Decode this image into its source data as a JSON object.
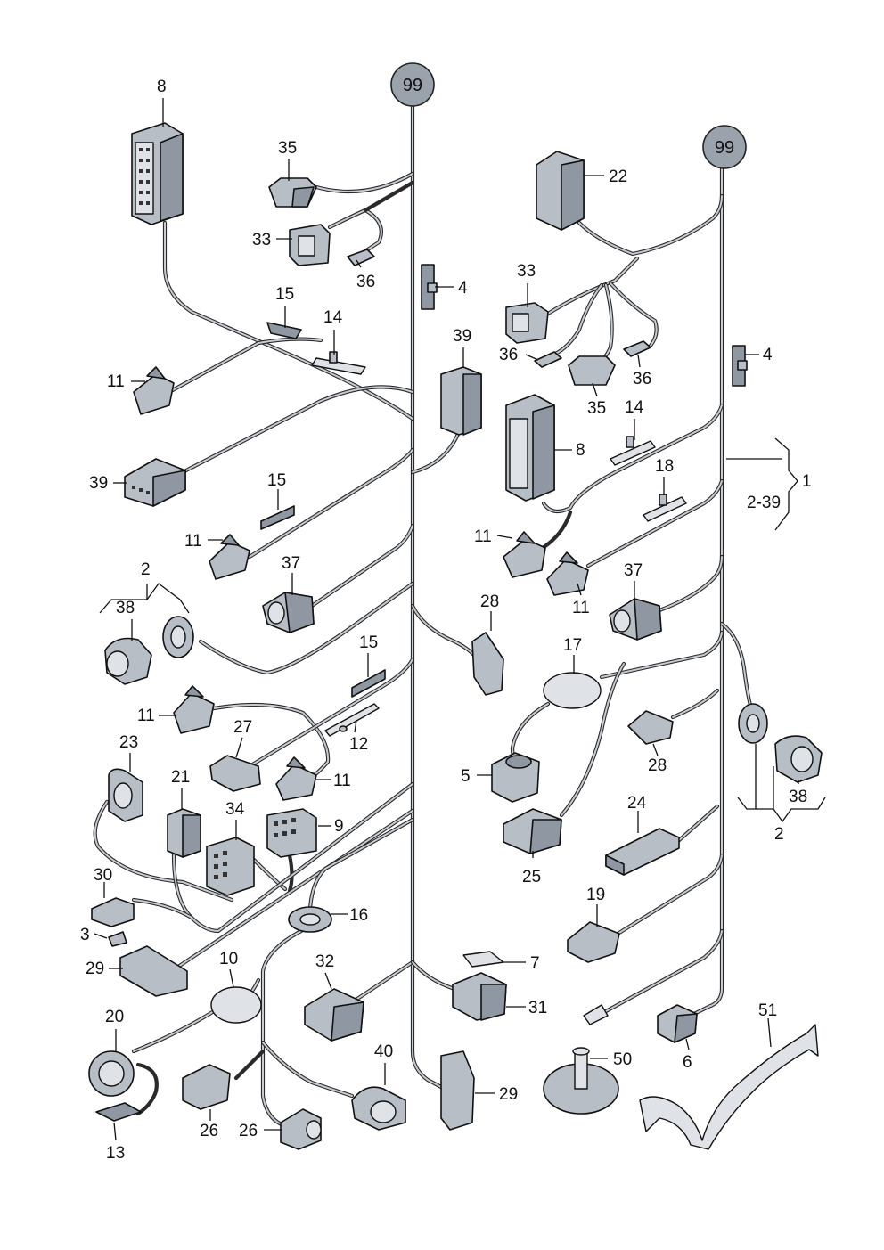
{
  "reference_badges": [
    "99",
    "99"
  ],
  "callouts": {
    "c8a": "8",
    "c35a": "35",
    "c33a": "33",
    "c36a": "36",
    "c15a": "15",
    "c14a": "14",
    "c4a": "4",
    "c39a": "39",
    "c11a": "11",
    "c39b": "39",
    "c15b": "15",
    "c11b": "11",
    "c37a": "37",
    "c2a": "2",
    "c38a": "38",
    "c15c": "15",
    "c11c": "11",
    "c12": "12",
    "c27": "27",
    "c11d": "11",
    "c23": "23",
    "c21": "21",
    "c34": "34",
    "c9": "9",
    "c30": "30",
    "c3": "3",
    "c29a": "29",
    "c16": "16",
    "c10": "10",
    "c20": "20",
    "c13": "13",
    "c26a": "26",
    "c26b": "26",
    "c40": "40",
    "c32": "32",
    "c29b": "29",
    "c7": "7",
    "c31": "31",
    "c22": "22",
    "c33b": "33",
    "c36b": "36",
    "c36c": "36",
    "c35b": "35",
    "c4b": "4",
    "c14b": "14",
    "c8b": "8",
    "c18": "18",
    "c1": "1",
    "c2_39": "2-39",
    "c11e": "11",
    "c11f": "11",
    "c37b": "37",
    "c28a": "28",
    "c17": "17",
    "c28b": "28",
    "c5": "5",
    "c38b": "38",
    "c2b": "2",
    "c24": "24",
    "c25": "25",
    "c19": "19",
    "c6": "6",
    "c50": "50",
    "c51": "51"
  },
  "colors": {
    "wire": "#2a2a2a",
    "wire_highlight": "#c6ccd2",
    "part": "#b7bec6",
    "part_dark": "#8f98a2",
    "badge": "#9aa2ab"
  }
}
